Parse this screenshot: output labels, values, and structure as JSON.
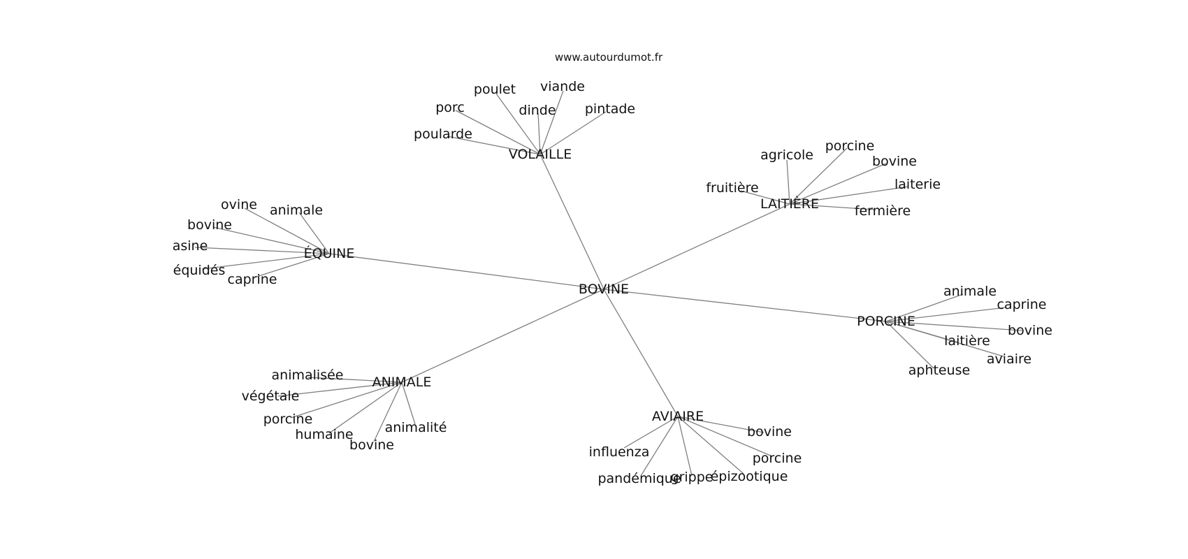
{
  "site": "www.autourdumot.fr",
  "center": "BOVINE",
  "clusters": [
    {
      "label": "VOLAILLE",
      "words": [
        "poulet",
        "viande",
        "porc",
        "dinde",
        "pintade",
        "poularde"
      ]
    },
    {
      "label": "LAITIÈRE",
      "words": [
        "agricole",
        "porcine",
        "bovine",
        "fruitière",
        "laiterie",
        "fermière"
      ]
    },
    {
      "label": "ÉQUINE",
      "words": [
        "ovine",
        "animale",
        "bovine",
        "asine",
        "équidés",
        "caprine"
      ]
    },
    {
      "label": "PORCINE",
      "words": [
        "animale",
        "caprine",
        "bovine",
        "laitière",
        "aviaire",
        "aphteuse"
      ]
    },
    {
      "label": "ANIMALE",
      "words": [
        "animalisée",
        "végétale",
        "porcine",
        "humaine",
        "bovine",
        "animalité"
      ]
    },
    {
      "label": "AVIAIRE",
      "words": [
        "bovine",
        "influenza",
        "porcine",
        "pandémique",
        "grippe",
        "épizootique"
      ]
    }
  ]
}
